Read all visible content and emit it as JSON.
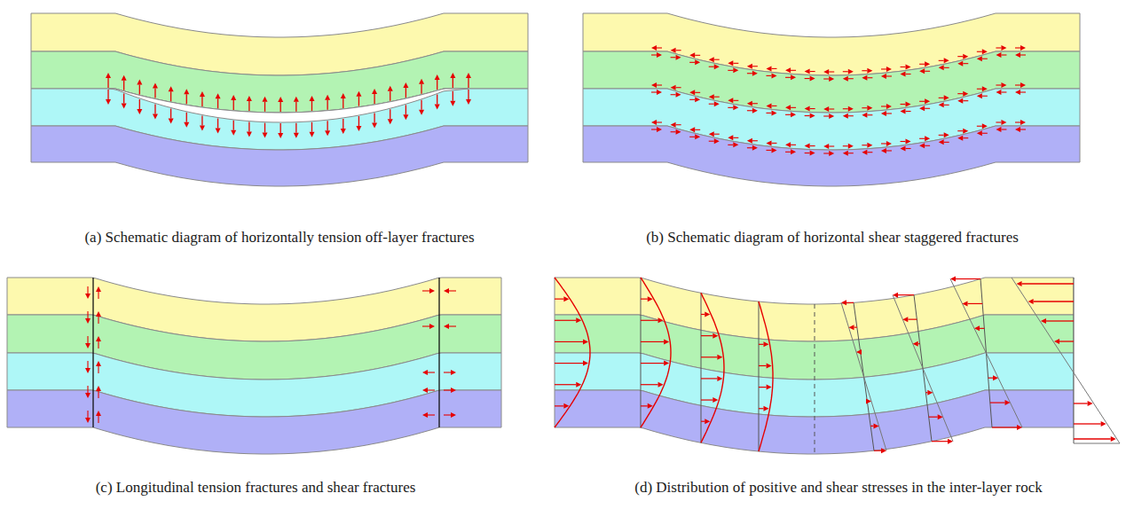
{
  "diagram": {
    "labels": [
      "(a) Schematic diagram of horizontally tension off-layer fractures",
      "(b) Schematic diagram of horizontal shear staggered fractures",
      "(c) Longitudinal tension fractures and shear fractures",
      "(d) Distribution of positive and shear stresses in the inter-layer rock"
    ]
  }
}
